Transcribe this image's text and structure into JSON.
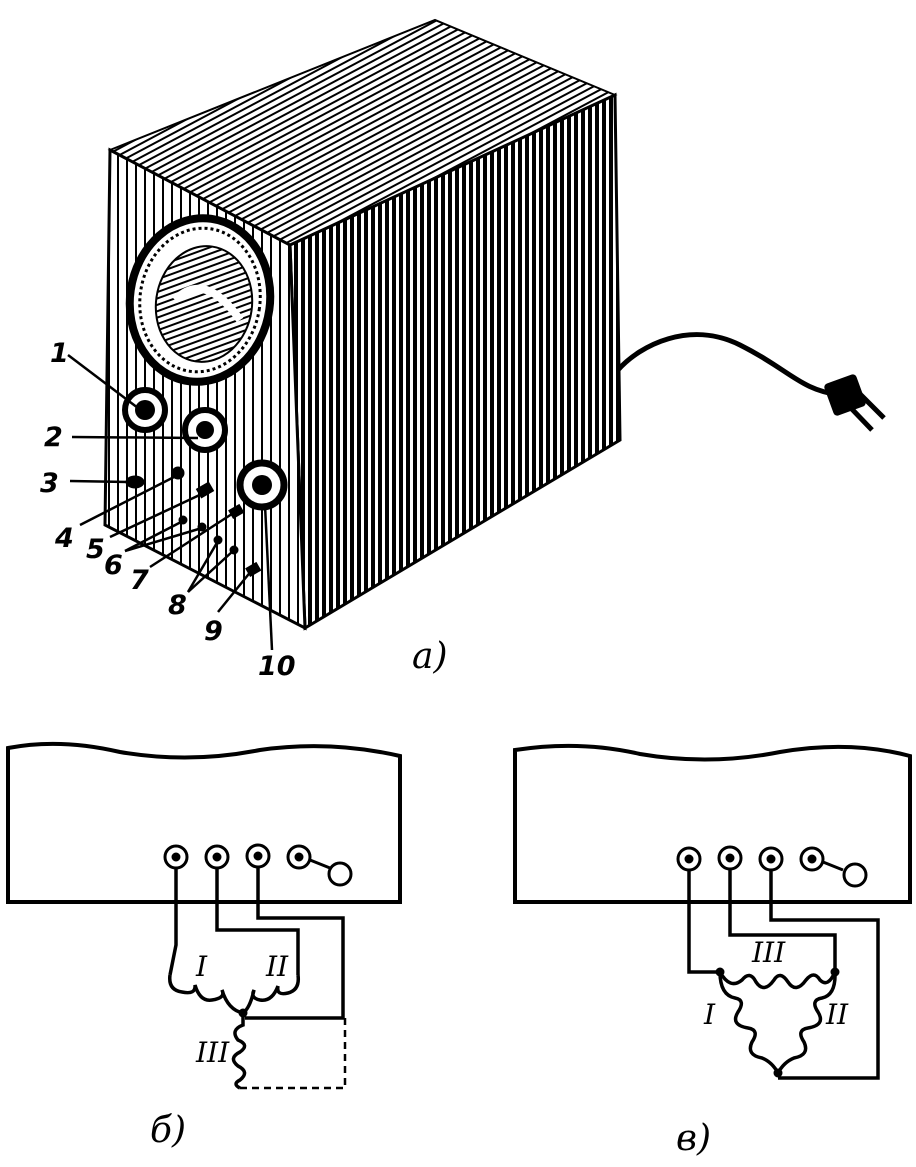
{
  "figure_a": {
    "caption": "а)",
    "callouts": [
      "1",
      "2",
      "3",
      "4",
      "5",
      "6",
      "7",
      "8",
      "9",
      "10"
    ]
  },
  "figure_b": {
    "caption": "б)",
    "winding_labels": [
      "I",
      "II",
      "III"
    ]
  },
  "figure_v": {
    "caption": "в)",
    "winding_labels": [
      "III",
      "I",
      "II"
    ]
  },
  "colors": {
    "ink": "#000000",
    "paper": "#ffffff"
  }
}
